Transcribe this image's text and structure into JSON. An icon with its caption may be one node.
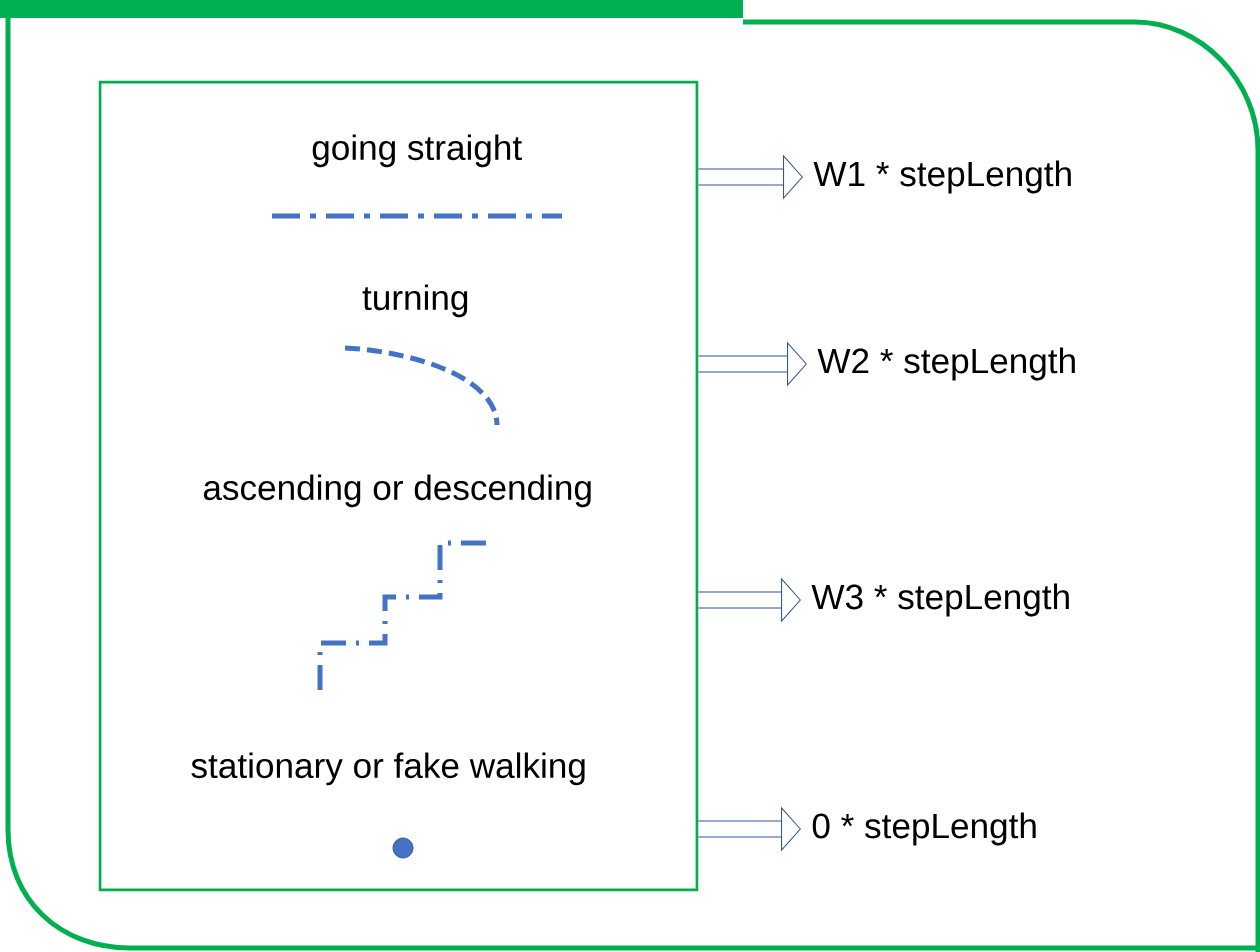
{
  "diagram": {
    "nodes": [
      {
        "text": [],
        "shape": "box"
      },
      {
        "text": [
          "going straight"
        ],
        "in": 0
      },
      {
        "text": [
          "turning"
        ],
        "in": 0
      },
      {
        "text": [
          "ascending or descending"
        ],
        "in": 0
      },
      {
        "text": [
          "stationary or fake walking"
        ],
        "in": 0
      },
      {
        "text": [
          "W1 * stepLength"
        ]
      },
      {
        "text": [
          "W2 * stepLength"
        ]
      },
      {
        "text": [
          "W3 * stepLength"
        ]
      },
      {
        "text": [
          "0 * stepLength"
        ]
      }
    ],
    "edges": [
      {
        "from": 0,
        "to": 5,
        "arrow": "to"
      },
      {
        "from": 0,
        "to": 6,
        "arrow": "to"
      },
      {
        "from": 0,
        "to": 7,
        "arrow": "to"
      },
      {
        "from": 0,
        "to": 8,
        "arrow": "to"
      }
    ]
  }
}
